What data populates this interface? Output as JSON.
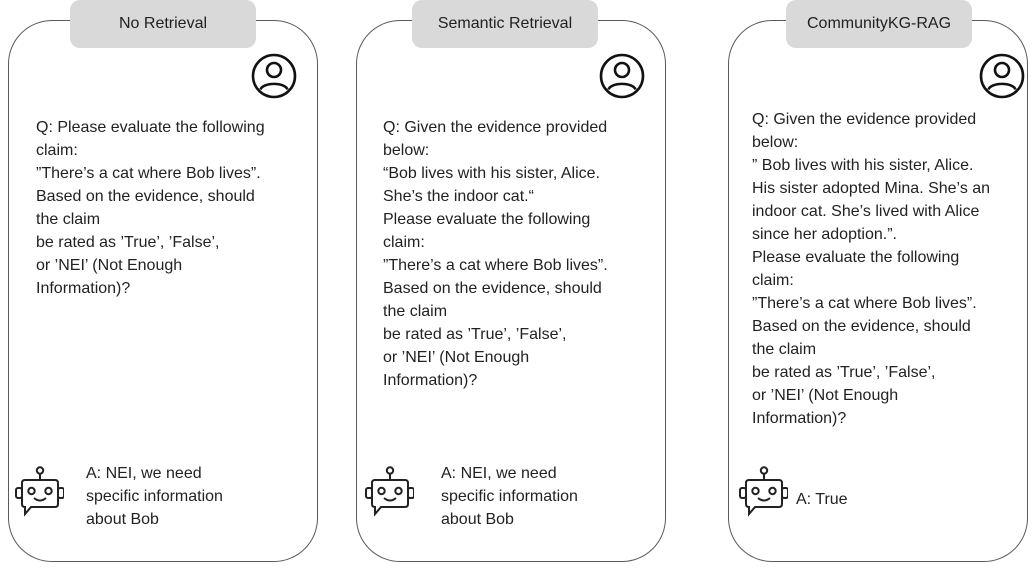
{
  "panels": [
    {
      "title": "No Retrieval",
      "question": "Q: Please evaluate the following\nclaim:\n”There’s a cat where Bob lives”.\nBased on the evidence, should\nthe claim\nbe rated as ’True’, ’False’,\nor ’NEI’ (Not Enough\nInformation)?",
      "answer": "A: NEI, we need\nspecific information\nabout Bob",
      "user_icon": "user-icon",
      "bot_icon": "robot-icon"
    },
    {
      "title": "Semantic Retrieval",
      "question": "Q: Given the evidence provided\nbelow:\n“Bob lives with his sister, Alice.\nShe’s the indoor cat.“\nPlease evaluate the following\nclaim:\n”There’s a cat where Bob lives”.\nBased on the evidence, should\nthe claim\nbe rated as ’True’, ’False’,\nor ’NEI’ (Not Enough\nInformation)?",
      "answer": "A: NEI, we need\nspecific information\nabout Bob",
      "user_icon": "user-icon",
      "bot_icon": "robot-icon"
    },
    {
      "title": "CommunityKG-RAG",
      "question": "Q: Given the evidence provided\nbelow:\n” Bob lives with his sister, Alice.\nHis sister adopted Mina. She’s an\nindoor cat. She’s lived with Alice\nsince her adoption.”.\nPlease evaluate the following\nclaim:\n”There’s a cat where Bob lives”.\nBased on the evidence, should\nthe claim\nbe rated as ’True’, ’False’,\nor ’NEI’ (Not Enough\nInformation)?",
      "answer": "A: True",
      "user_icon": "user-icon",
      "bot_icon": "robot-icon"
    }
  ]
}
